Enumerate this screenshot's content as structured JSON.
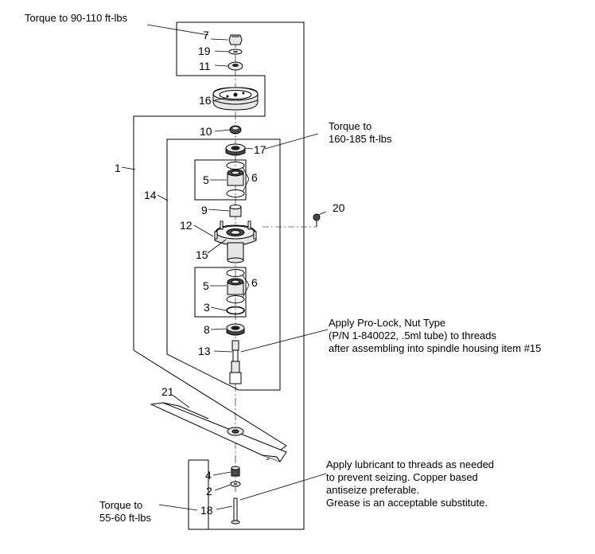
{
  "notes": {
    "torque_nut": "Torque to 90-110 ft-lbs",
    "torque_bearing": [
      "Torque to",
      "160-185 ft-lbs"
    ],
    "prolock": [
      "Apply Pro-Lock, Nut Type",
      "(P/N 1-840022, .5ml tube) to threads",
      "after assembling into spindle housing item #15"
    ],
    "lubricant": [
      "Apply lubricant to threads as needed",
      "to prevent seizing.  Copper based",
      "antiseize preferable.",
      "Grease is an acceptable substitute."
    ],
    "torque_bolt": [
      "Torque to",
      "55-60 ft-lbs"
    ]
  },
  "callouts": {
    "c1": "1",
    "c2": "2",
    "c3": "3",
    "c4": "4",
    "c5a": "5",
    "c5b": "5",
    "c6a": "6",
    "c6b": "6",
    "c7": "7",
    "c8": "8",
    "c9": "9",
    "c10": "10",
    "c11": "11",
    "c12": "12",
    "c13": "13",
    "c14": "14",
    "c15": "15",
    "c16": "16",
    "c17": "17",
    "c18": "18",
    "c19": "19",
    "c20": "20",
    "c21": "21"
  },
  "colors": {
    "line": "#000000",
    "part_fill": "#e6e6e6",
    "part_dark": "#4a4a4a",
    "background": "#ffffff"
  }
}
